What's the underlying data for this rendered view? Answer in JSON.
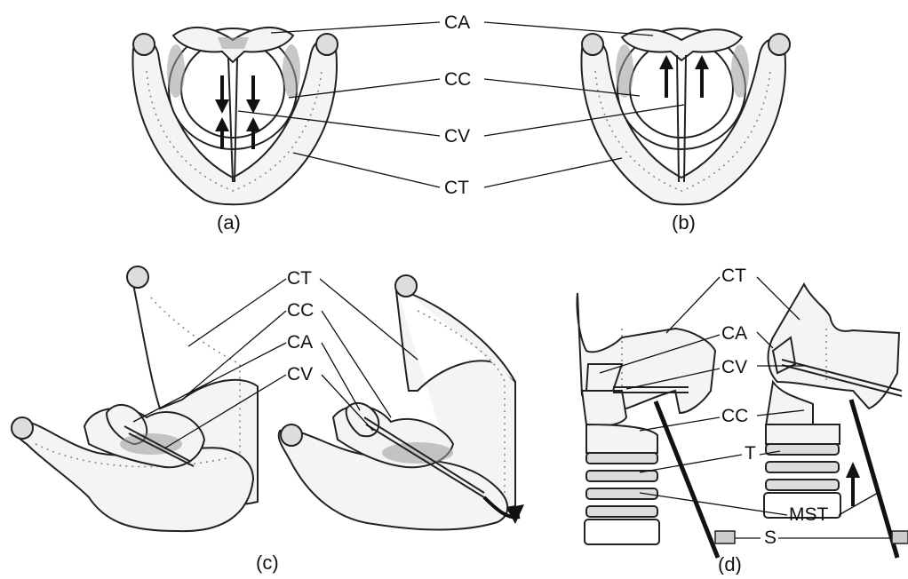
{
  "labels": {
    "ca": "CA",
    "cc": "CC",
    "cv": "CV",
    "ct": "CT",
    "t": "T",
    "mst": "MST",
    "s": "S"
  },
  "panels": {
    "a": "(a)",
    "b": "(b)",
    "c": "(c)",
    "d": "(d)"
  }
}
